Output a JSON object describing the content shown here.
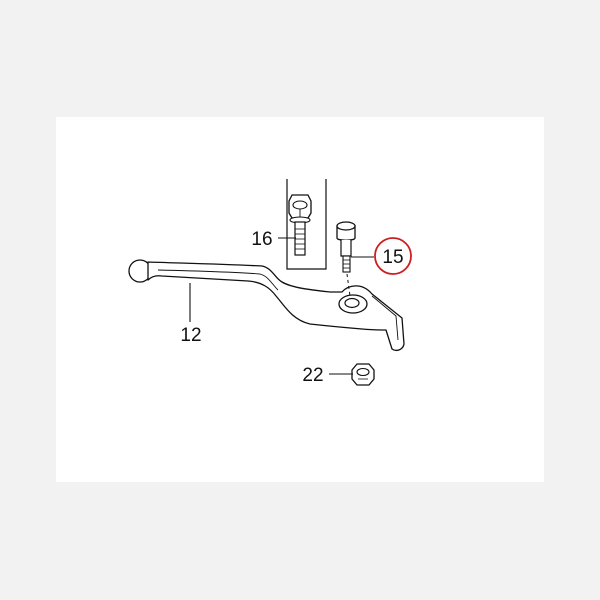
{
  "diagram": {
    "labels": {
      "lever": "12",
      "pivot_bolt": "15",
      "clamp_bolt": "16",
      "nut": "22"
    },
    "highlighted_label": "15",
    "colors": {
      "page_background": "#f2f2f2",
      "panel_background": "#ffffff",
      "line": "#111111",
      "highlight_circle": "#cc1f1f"
    }
  }
}
